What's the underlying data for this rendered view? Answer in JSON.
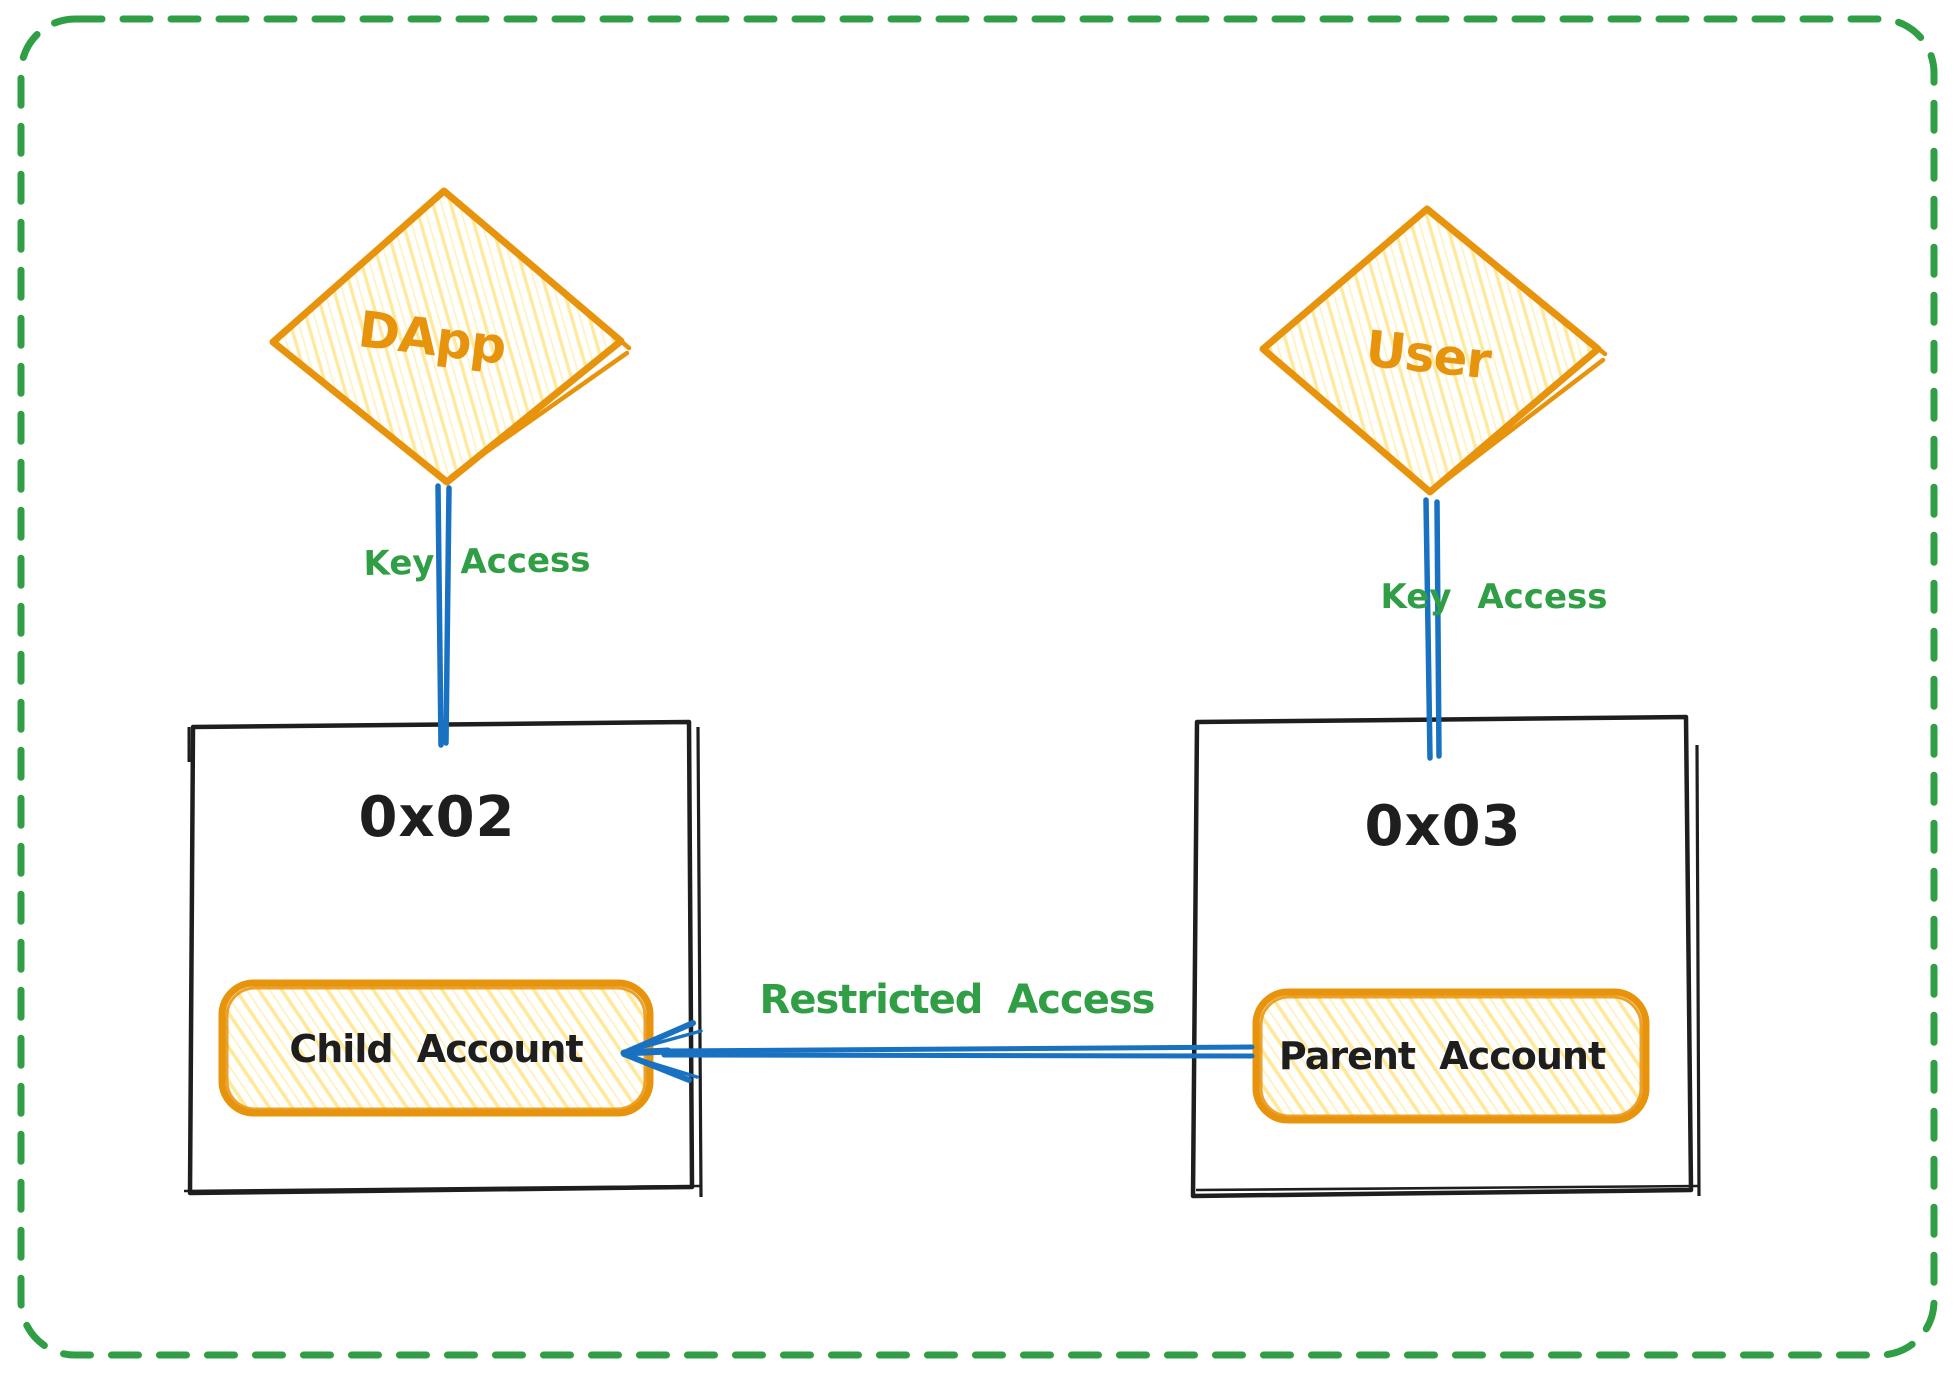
{
  "diagram": {
    "nodes": {
      "dapp": {
        "label": "DApp"
      },
      "user": {
        "label": "User"
      },
      "box_left": {
        "title": "0x02",
        "account_label": "Child Account"
      },
      "box_right": {
        "title": "0x03",
        "account_label": "Parent Account"
      }
    },
    "edges": {
      "key_access_left": {
        "label": "Key Access"
      },
      "key_access_right": {
        "label": "Key Access"
      },
      "restricted": {
        "label": "Restricted Access"
      }
    },
    "colors": {
      "orange_stroke": "#e8930c",
      "yellow_hachure": "#ffd43b",
      "green": "#2f9e44",
      "blue": "#1971c2",
      "ink": "#1e1e1e",
      "background": "#ffffff"
    }
  }
}
